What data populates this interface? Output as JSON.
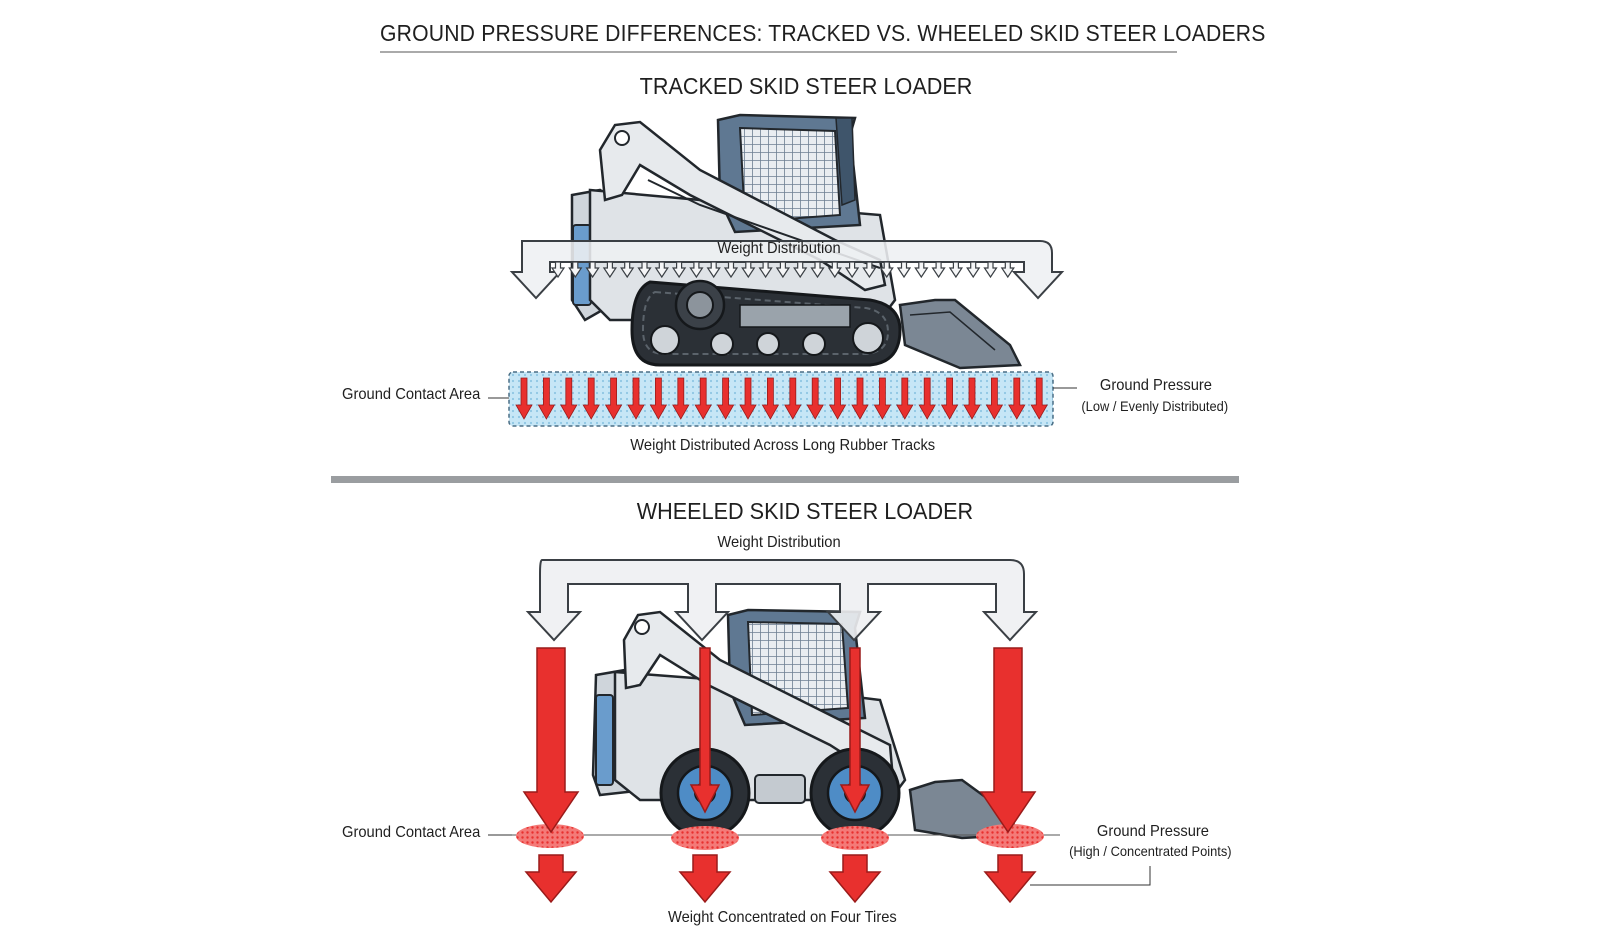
{
  "title": "GROUND PRESSURE DIFFERENCES: TRACKED VS. WHEELED SKID STEER LOADERS",
  "tracked": {
    "heading": "TRACKED SKID STEER LOADER",
    "weight_distribution": "Weight Distribution",
    "ground_contact_area": "Ground Contact Area",
    "ground_pressure": "Ground Pressure",
    "ground_pressure_note": "(Low / Evenly Distributed)",
    "caption": "Weight Distributed Across Long Rubber Tracks"
  },
  "wheeled": {
    "heading": "WHEELED SKID STEER LOADER",
    "weight_distribution": "Weight Distribution",
    "ground_contact_area": "Ground Contact Area",
    "ground_pressure": "Ground Pressure",
    "ground_pressure_note": "(High / Concentrated Points)",
    "caption": "Weight Concentrated on Four Tires"
  },
  "colors": {
    "pressure_red": "#e8302e",
    "contact_blue": "#bfe3f5",
    "machine_gray": "#d9dde2",
    "cab_blue": "#5b7590",
    "divider": "#9a9da0"
  }
}
